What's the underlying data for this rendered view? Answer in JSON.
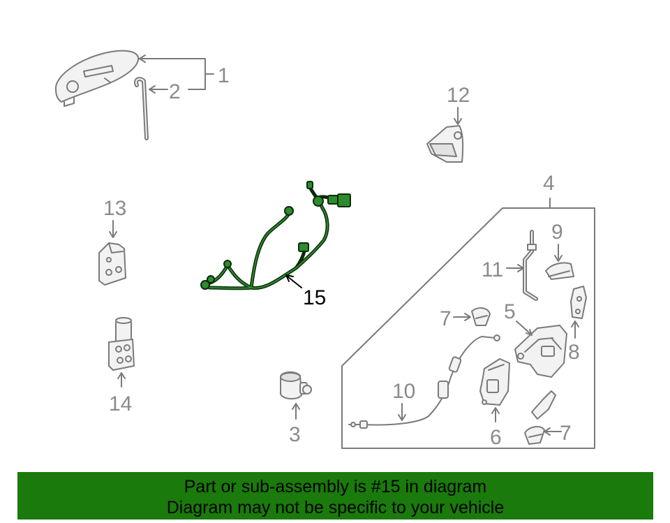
{
  "callouts": {
    "c1": "1",
    "c2": "2",
    "c3": "3",
    "c4": "4",
    "c5": "5",
    "c6": "6",
    "c7a": "7",
    "c7b": "7",
    "c8": "8",
    "c9": "9",
    "c10": "10",
    "c11": "11",
    "c12": "12",
    "c13": "13",
    "c14": "14",
    "c15": "15"
  },
  "banner": {
    "line1": "Part or sub-assembly is #15 in diagram",
    "line2": "Diagram may not be specific to your vehicle"
  },
  "colors": {
    "banner_bg": "#1a7a0b",
    "highlight_part": "#2e8b2e",
    "part_outline": "#7a7a7a"
  }
}
